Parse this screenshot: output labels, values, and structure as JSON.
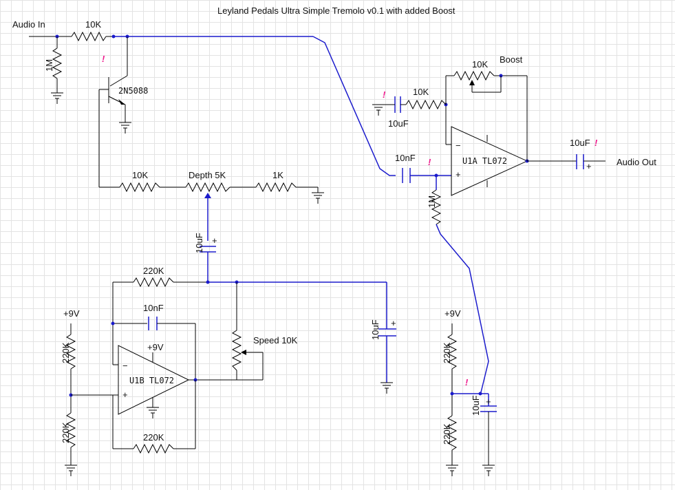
{
  "title": "Leyland Pedals Ultra Simple Tremolo v0.1 with added Boost",
  "labels": {
    "audio_in": "Audio In",
    "audio_out": "Audio Out",
    "r_in": "10K",
    "r_in_shunt": "1M",
    "transistor": "2N5088",
    "r_depth_left": "10K",
    "pot_depth": "Depth 5K",
    "r_depth_right": "1K",
    "c_depth": "10uF",
    "r_osc_top": "220K",
    "c_osc": "10nF",
    "osc_vcc": "+9V",
    "osc_opamp": "U1B  TL072",
    "pot_speed": "Speed 10K",
    "r_osc_bottom": "220K",
    "c_lfo_out": "10uF",
    "vcc_left": "+9V",
    "r_bias_left_top": "220K",
    "r_bias_left_bottom": "220K",
    "r_gain": "10K",
    "c_gain": "10uF",
    "pot_boost": "10K",
    "boost": "Boost",
    "c_in_boost": "10nF",
    "boost_opamp": "U1A  TL072",
    "r_boost_bias": "1M",
    "c_out": "10uF",
    "vcc_right": "+9V",
    "r_bias_right_top": "220K",
    "r_bias_right_bottom": "220K",
    "c_bias_right": "10uF",
    "plus": "+",
    "minus": "−",
    "exclaim": "!"
  },
  "colors": {
    "wire": "#000000",
    "edit_wire": "#1a1acc",
    "marker": "#ee1b8d",
    "grid": "#e3e3e3"
  }
}
